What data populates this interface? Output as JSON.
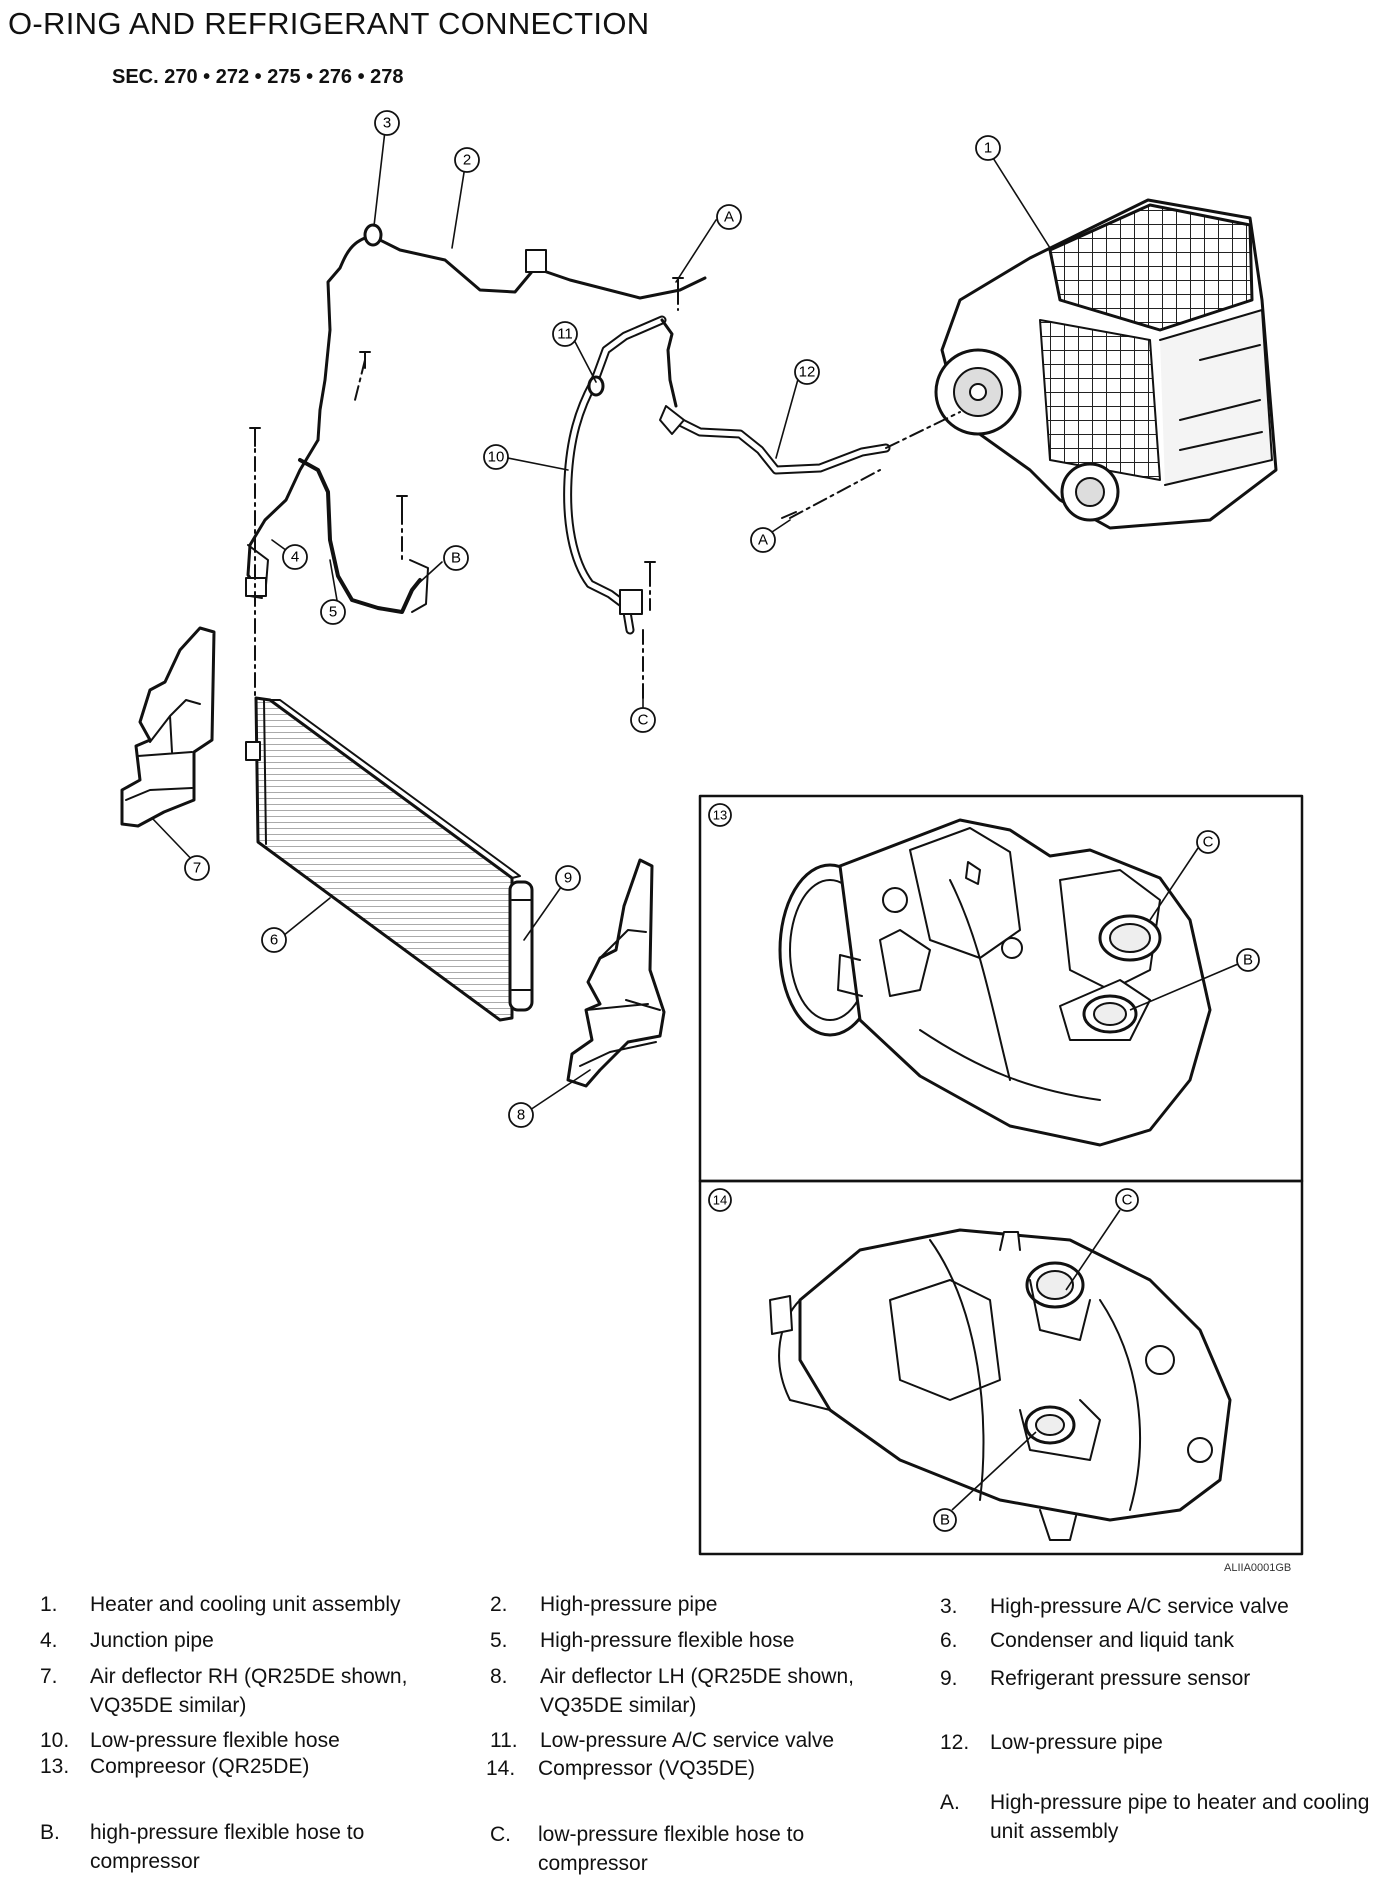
{
  "title": "O-RING AND REFRIGERANT CONNECTION",
  "section": "SEC. 270 • 272 • 275 • 276 • 278",
  "figure_code": "ALIIA0001GB",
  "callouts": {
    "c1": "1",
    "c2": "2",
    "c3": "3",
    "c4": "4",
    "c5": "5",
    "c6": "6",
    "c7": "7",
    "c8": "8",
    "c9": "9",
    "c10": "10",
    "c11": "11",
    "c12": "12",
    "c13": "13",
    "c14": "14",
    "a1": "A",
    "a2": "A",
    "b1": "B",
    "c_conn": "C",
    "i13": "13",
    "i14": "14",
    "i13c": "C",
    "i13b": "B",
    "i14c": "C",
    "i14b": "B"
  },
  "legend": [
    {
      "num": "1.",
      "text": "Heater and cooling unit assembly"
    },
    {
      "num": "2.",
      "text": "High-pressure pipe"
    },
    {
      "num": "3.",
      "text": "High-pressure A/C service valve"
    },
    {
      "num": "4.",
      "text": "Junction pipe"
    },
    {
      "num": "5.",
      "text": "High-pressure flexible hose"
    },
    {
      "num": "6.",
      "text": "Condenser and liquid tank"
    },
    {
      "num": "7.",
      "text": "Air deflector RH (QR25DE shown, VQ35DE similar)"
    },
    {
      "num": "8.",
      "text": "Air deflector LH (QR25DE shown, VQ35DE similar)"
    },
    {
      "num": "9.",
      "text": "Refrigerant pressure sensor"
    },
    {
      "num": "10.",
      "text": "Low-pressure flexible hose"
    },
    {
      "num": "11.",
      "text": "Low-pressure A/C service valve"
    },
    {
      "num": "12.",
      "text": "Low-pressure pipe"
    },
    {
      "num": "13.",
      "text": "Compreesor (QR25DE)"
    },
    {
      "num": "14.",
      "text": "Compressor (VQ35DE)"
    },
    {
      "num": "A.",
      "text": "High-pressure pipe to heater and cooling unit assembly"
    },
    {
      "num": "B.",
      "text": "high-pressure flexible hose to compressor"
    },
    {
      "num": "C.",
      "text": "low-pressure flexible hose to compressor"
    }
  ]
}
